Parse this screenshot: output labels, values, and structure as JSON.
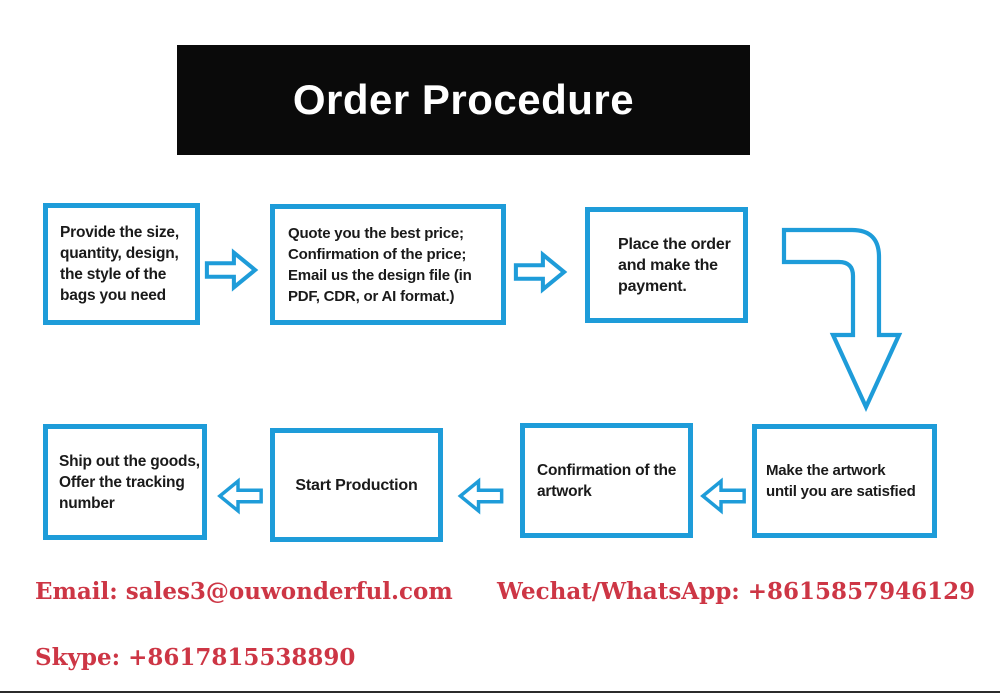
{
  "colors": {
    "accent": "#1E9CD9",
    "header_bg": "#0A0A0A",
    "contact_red": "#CD3645",
    "text": "#1A1A1A"
  },
  "header": {
    "title": "Order Procedure"
  },
  "steps": [
    {
      "text": "Provide the size,\nquantity, design,\nthe style of the\nbags you need"
    },
    {
      "text": "Quote you the best price;\nConfirmation of the price;\nEmail us the design file (in\nPDF, CDR, or AI format.)"
    },
    {
      "text": "Place the order\nand make the\npayment."
    },
    {
      "text": "Make the artwork\nuntil you are satisfied"
    },
    {
      "text": "Confirmation of the\nartwork"
    },
    {
      "text": "Start Production"
    },
    {
      "text": "Ship out the goods,\nOffer the tracking\nnumber"
    }
  ],
  "contacts": {
    "email": "Email: sales3@ouwonderful.com",
    "wechat": "Wechat/WhatsApp: +8615857946129",
    "skype": "Skype: +8617815538890"
  }
}
